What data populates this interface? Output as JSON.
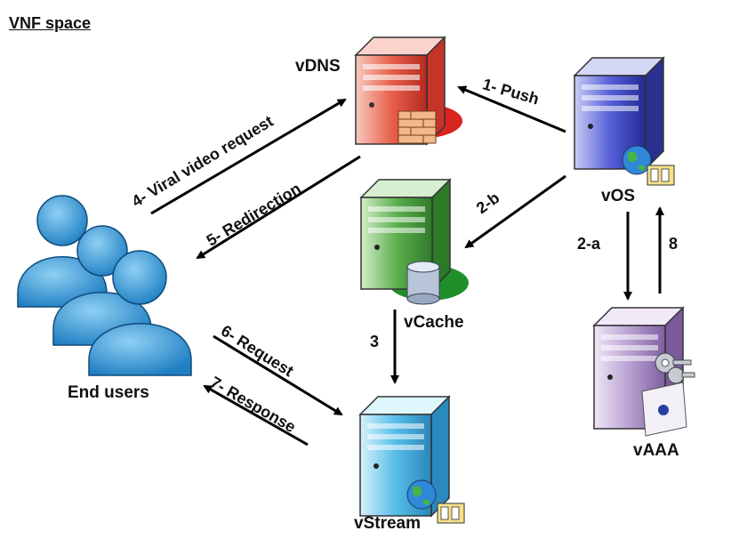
{
  "title": "VNF space",
  "nodes": {
    "vdns": "vDNS",
    "vos": "vOS",
    "vcache": "vCache",
    "vstream": "vStream",
    "vaaa": "vAAA",
    "end_users": "End users"
  },
  "steps": {
    "s1": "1- Push",
    "s2a": "2-a",
    "s2b": "2-b",
    "s3": "3",
    "s4": "4- Viral video request",
    "s5": "5- Redirection",
    "s6": "6- Request",
    "s7": "7- Response",
    "s8": "8"
  },
  "colors": {
    "vdns": "#e0463c",
    "vos": "#3a46c8",
    "vcache": "#3f9a3a",
    "vstream": "#3aa6d8",
    "vaaa": "#a68ac4",
    "users": "#2e95d6"
  },
  "icons": {
    "vdns": "firewall-icon",
    "vos": "globe-film-icon",
    "vcache": "database-icon",
    "vstream": "globe-film-icon",
    "vaaa": "keys-certificate-icon"
  }
}
